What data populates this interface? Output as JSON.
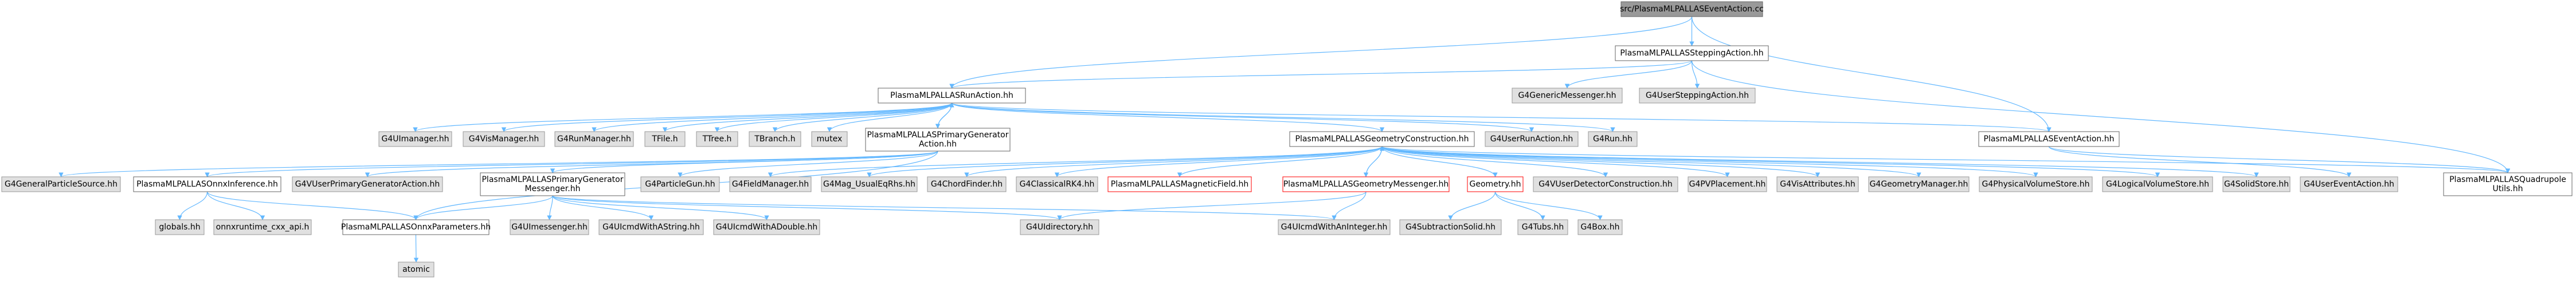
{
  "diagram": {
    "type": "include-dependency-graph",
    "colors": {
      "edge": "#63B8FF",
      "node_fill": "#FFFFFF",
      "node_border": "#666666",
      "root_fill": "#999999",
      "root_border": "#666666",
      "external_fill": "#E0E0E0",
      "external_border": "#999999",
      "missing_border": "#FF0000"
    },
    "nodes": [
      {
        "id": "root",
        "label": "src/PlasmaMLPALLASEventAction.cc",
        "kind": "root"
      },
      {
        "id": "step",
        "label": "PlasmaMLPALLASSteppingAction.hh",
        "kind": "file"
      },
      {
        "id": "run",
        "label": "PlasmaMLPALLASRunAction.hh",
        "kind": "file"
      },
      {
        "id": "gmess",
        "label": "G4GenericMessenger.hh",
        "kind": "external"
      },
      {
        "id": "gusa",
        "label": "G4UserSteppingAction.hh",
        "kind": "external"
      },
      {
        "id": "uim",
        "label": "G4UImanager.hh",
        "kind": "external"
      },
      {
        "id": "vism",
        "label": "G4VisManager.hh",
        "kind": "external"
      },
      {
        "id": "runm",
        "label": "G4RunManager.hh",
        "kind": "external"
      },
      {
        "id": "tfile",
        "label": "TFile.h",
        "kind": "external"
      },
      {
        "id": "ttree",
        "label": "TTree.h",
        "kind": "external"
      },
      {
        "id": "tbr",
        "label": "TBranch.h",
        "kind": "external"
      },
      {
        "id": "mutex",
        "label": "mutex",
        "kind": "external"
      },
      {
        "id": "pga",
        "label": "PlasmaMLPALLASPrimaryGenerator\nAction.hh",
        "kind": "file"
      },
      {
        "id": "geo",
        "label": "PlasmaMLPALLASGeometryConstruction.hh",
        "kind": "file"
      },
      {
        "id": "gura",
        "label": "G4UserRunAction.hh",
        "kind": "external"
      },
      {
        "id": "g4run",
        "label": "G4Run.hh",
        "kind": "external"
      },
      {
        "id": "evt",
        "label": "PlasmaMLPALLASEventAction.hh",
        "kind": "file"
      },
      {
        "id": "gps",
        "label": "G4GeneralParticleSource.hh",
        "kind": "external"
      },
      {
        "id": "onnx",
        "label": "PlasmaMLPALLASOnnxInference.hh",
        "kind": "file"
      },
      {
        "id": "vpga",
        "label": "G4VUserPrimaryGeneratorAction.hh",
        "kind": "external"
      },
      {
        "id": "pgm",
        "label": "PlasmaMLPALLASPrimaryGenerator\nMessenger.hh",
        "kind": "file"
      },
      {
        "id": "pgun",
        "label": "G4ParticleGun.hh",
        "kind": "external"
      },
      {
        "id": "fmgr",
        "label": "G4FieldManager.hh",
        "kind": "external"
      },
      {
        "id": "meq",
        "label": "G4Mag_UsualEqRhs.hh",
        "kind": "external"
      },
      {
        "id": "chord",
        "label": "G4ChordFinder.hh",
        "kind": "external"
      },
      {
        "id": "crk4",
        "label": "G4ClassicalRK4.hh",
        "kind": "external"
      },
      {
        "id": "mfld",
        "label": "PlasmaMLPALLASMagneticField.hh",
        "kind": "missing"
      },
      {
        "id": "gmes",
        "label": "PlasmaMLPALLASGeometryMessenger.hh",
        "kind": "missing"
      },
      {
        "id": "gmtry",
        "label": "Geometry.hh",
        "kind": "missing"
      },
      {
        "id": "vudc",
        "label": "G4VUserDetectorConstruction.hh",
        "kind": "external"
      },
      {
        "id": "pvp",
        "label": "G4PVPlacement.hh",
        "kind": "external"
      },
      {
        "id": "visa",
        "label": "G4VisAttributes.hh",
        "kind": "external"
      },
      {
        "id": "geom",
        "label": "G4GeometryManager.hh",
        "kind": "external"
      },
      {
        "id": "pvs",
        "label": "G4PhysicalVolumeStore.hh",
        "kind": "external"
      },
      {
        "id": "lvs",
        "label": "G4LogicalVolumeStore.hh",
        "kind": "external"
      },
      {
        "id": "solid",
        "label": "G4SolidStore.hh",
        "kind": "external"
      },
      {
        "id": "guea",
        "label": "G4UserEventAction.hh",
        "kind": "external"
      },
      {
        "id": "quad",
        "label": "PlasmaMLPALLASQuadrupole\nUtils.hh",
        "kind": "file"
      },
      {
        "id": "glob",
        "label": "globals.hh",
        "kind": "external"
      },
      {
        "id": "ortc",
        "label": "onnxruntime_cxx_api.h",
        "kind": "external"
      },
      {
        "id": "params",
        "label": "PlasmaMLPALLASOnnxParameters.hh",
        "kind": "file"
      },
      {
        "id": "uimes",
        "label": "G4UImessenger.hh",
        "kind": "external"
      },
      {
        "id": "cmdss",
        "label": "G4UIcmdWithAString.hh",
        "kind": "external"
      },
      {
        "id": "cmdd",
        "label": "G4UIcmdWithADouble.hh",
        "kind": "external"
      },
      {
        "id": "uidir",
        "label": "G4UIdirectory.hh",
        "kind": "external"
      },
      {
        "id": "cmdi",
        "label": "G4UIcmdWithAnInteger.hh",
        "kind": "external"
      },
      {
        "id": "subs",
        "label": "G4SubtractionSolid.hh",
        "kind": "external"
      },
      {
        "id": "tubs",
        "label": "G4Tubs.hh",
        "kind": "external"
      },
      {
        "id": "box",
        "label": "G4Box.hh",
        "kind": "external"
      },
      {
        "id": "atomic",
        "label": "atomic",
        "kind": "external"
      }
    ],
    "edges": [
      [
        "root",
        "step"
      ],
      [
        "root",
        "run"
      ],
      [
        "root",
        "evt"
      ],
      [
        "step",
        "run"
      ],
      [
        "step",
        "gmess"
      ],
      [
        "step",
        "gusa"
      ],
      [
        "step",
        "quad"
      ],
      [
        "run",
        "uim"
      ],
      [
        "run",
        "vism"
      ],
      [
        "run",
        "runm"
      ],
      [
        "run",
        "tfile"
      ],
      [
        "run",
        "ttree"
      ],
      [
        "run",
        "tbr"
      ],
      [
        "run",
        "mutex"
      ],
      [
        "run",
        "pga"
      ],
      [
        "run",
        "geo"
      ],
      [
        "run",
        "gura"
      ],
      [
        "run",
        "g4run"
      ],
      [
        "run",
        "evt"
      ],
      [
        "pga",
        "run"
      ],
      [
        "pga",
        "gps"
      ],
      [
        "pga",
        "onnx"
      ],
      [
        "pga",
        "vpga"
      ],
      [
        "pga",
        "pgm"
      ],
      [
        "pga",
        "pgun"
      ],
      [
        "pga",
        "params"
      ],
      [
        "onnx",
        "glob"
      ],
      [
        "onnx",
        "ortc"
      ],
      [
        "onnx",
        "params"
      ],
      [
        "params",
        "atomic"
      ],
      [
        "pgm",
        "uimes"
      ],
      [
        "pgm",
        "cmdss"
      ],
      [
        "pgm",
        "cmdd"
      ],
      [
        "pgm",
        "uidir"
      ],
      [
        "pgm",
        "cmdi"
      ],
      [
        "pgm",
        "params"
      ],
      [
        "geo",
        "fmgr"
      ],
      [
        "geo",
        "meq"
      ],
      [
        "geo",
        "chord"
      ],
      [
        "geo",
        "crk4"
      ],
      [
        "geo",
        "mfld"
      ],
      [
        "geo",
        "gmes"
      ],
      [
        "geo",
        "gmtry"
      ],
      [
        "geo",
        "vudc"
      ],
      [
        "geo",
        "pvp"
      ],
      [
        "geo",
        "visa"
      ],
      [
        "geo",
        "geom"
      ],
      [
        "geo",
        "pvs"
      ],
      [
        "geo",
        "lvs"
      ],
      [
        "geo",
        "solid"
      ],
      [
        "geo",
        "quad"
      ],
      [
        "gmes",
        "geo"
      ],
      [
        "gmes",
        "uidir"
      ],
      [
        "gmes",
        "cmdi"
      ],
      [
        "gmtry",
        "subs"
      ],
      [
        "gmtry",
        "tubs"
      ],
      [
        "gmtry",
        "box"
      ],
      [
        "evt",
        "guea"
      ],
      [
        "evt",
        "quad"
      ]
    ]
  }
}
